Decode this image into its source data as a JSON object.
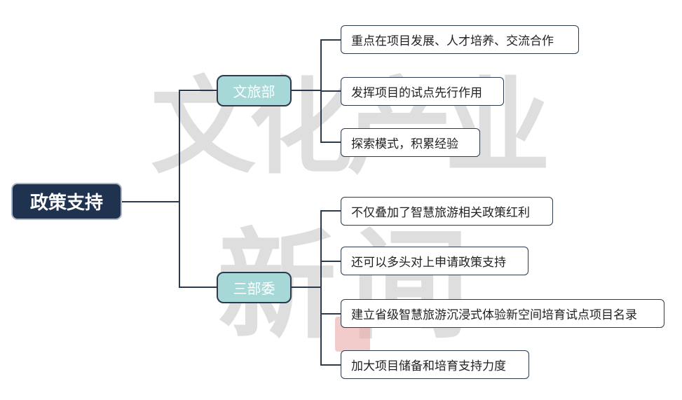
{
  "watermark": {
    "line1": "文化产业",
    "line2": "新闻"
  },
  "root": {
    "label": "政策支持"
  },
  "branches": [
    {
      "label": "文旅部",
      "children": [
        "重点在项目发展、人才培养、交流合作",
        "发挥项目的试点先行作用",
        "探索模式，积累经验"
      ]
    },
    {
      "label": "三部委",
      "children": [
        "不仅叠加了智慧旅游相关政策红利",
        "还可以多头对上申请政策支持",
        "建立省级智慧旅游沉浸式体验新空间培育试点项目名录",
        "加大项目储备和培育支持力度"
      ]
    }
  ],
  "colors": {
    "root_fill": "#1f3350",
    "branch_fill": "#a6d8d8",
    "line": "#2b3a4c"
  }
}
